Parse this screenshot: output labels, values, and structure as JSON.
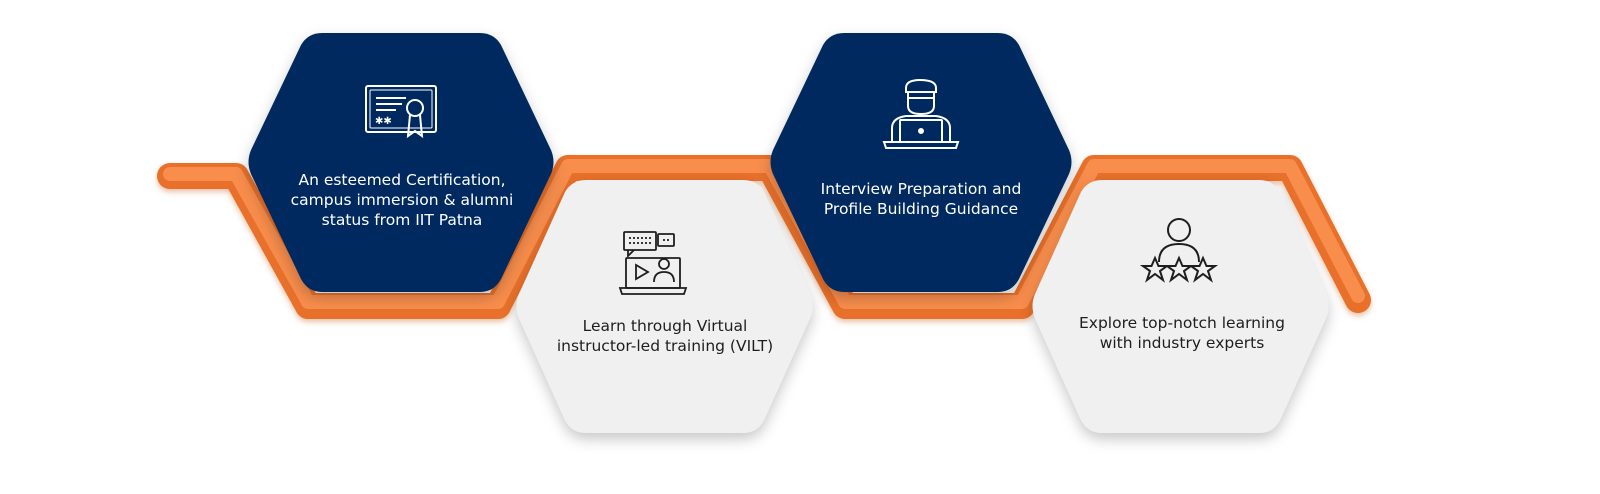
{
  "steps": [
    {
      "text": "An esteemed Certification, campus immersion & alumni status from IIT Patna",
      "icon": "certificate-icon",
      "theme": "dark"
    },
    {
      "text": "Learn through Virtual instructor-led training (VILT)",
      "icon": "virtual-training-icon",
      "theme": "light"
    },
    {
      "text": "Interview Preparation and Profile Building Guidance",
      "icon": "interview-laptop-icon",
      "theme": "dark"
    },
    {
      "text": "Explore top-notch learning with industry experts",
      "icon": "expert-rating-icon",
      "theme": "light"
    }
  ],
  "colors": {
    "navy": "#032C5E",
    "light_fill": "#F0F0F0",
    "orange": "#F5823A",
    "orange_dark": "#E8702A",
    "text_dark": "#1e1e1e",
    "text_light": "#ffffff"
  }
}
